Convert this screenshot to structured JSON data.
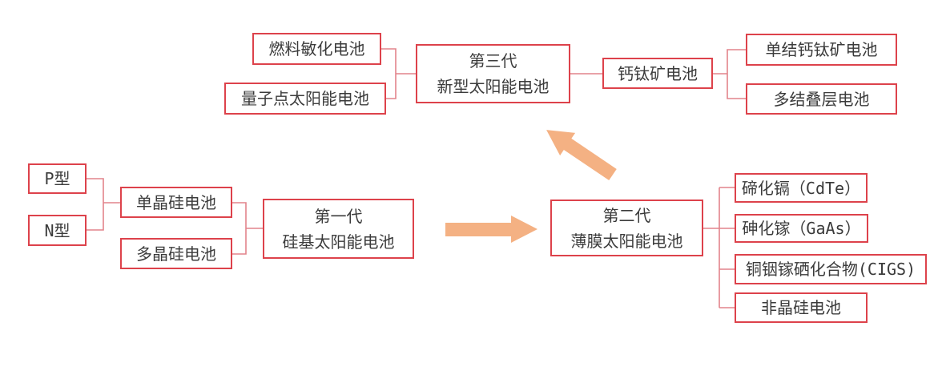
{
  "diagram": {
    "type": "flowchart",
    "colors": {
      "box_border": "#dd424b",
      "connector": "#e2848b",
      "arrow": "#f4b183",
      "text": "#3b3b3b",
      "background": "#ffffff"
    },
    "nodes": {
      "p_type": "P型",
      "n_type": "N型",
      "mono_si": "单晶硅电池",
      "poly_si": "多晶硅电池",
      "gen1": {
        "line1": "第一代",
        "line2": "硅基太阳能电池"
      },
      "gen2": {
        "line1": "第二代",
        "line2": "薄膜太阳能电池"
      },
      "gen3": {
        "line1": "第三代",
        "line2": "新型太阳能电池"
      },
      "fuel_sensitized": "燃料敏化电池",
      "quantum_dot": "量子点太阳能电池",
      "perovskite": "钙钛矿电池",
      "single_junction_perovskite": "单结钙钛矿电池",
      "multi_junction_tandem": "多结叠层电池",
      "cdte": "碲化镉（CdTe）",
      "gaas": "砷化镓（GaAs）",
      "cigs": "铜铟镓硒化合物(CIGS)",
      "amorphous_si": "非晶硅电池"
    },
    "edges": [
      {
        "from": "p_type",
        "to": "mono_si"
      },
      {
        "from": "n_type",
        "to": "mono_si"
      },
      {
        "from": "mono_si",
        "to": "gen1"
      },
      {
        "from": "poly_si",
        "to": "gen1"
      },
      {
        "from": "fuel_sensitized",
        "to": "gen3"
      },
      {
        "from": "quantum_dot",
        "to": "gen3"
      },
      {
        "from": "gen3",
        "to": "perovskite"
      },
      {
        "from": "perovskite",
        "to": "single_junction_perovskite"
      },
      {
        "from": "perovskite",
        "to": "multi_junction_tandem"
      },
      {
        "from": "gen2",
        "to": "cdte"
      },
      {
        "from": "gen2",
        "to": "gaas"
      },
      {
        "from": "gen2",
        "to": "cigs"
      },
      {
        "from": "gen2",
        "to": "amorphous_si"
      }
    ],
    "progression_arrows": [
      {
        "from": "gen1",
        "to": "gen2",
        "direction": "right"
      },
      {
        "from": "gen2",
        "to": "gen3",
        "direction": "up-left"
      }
    ]
  }
}
